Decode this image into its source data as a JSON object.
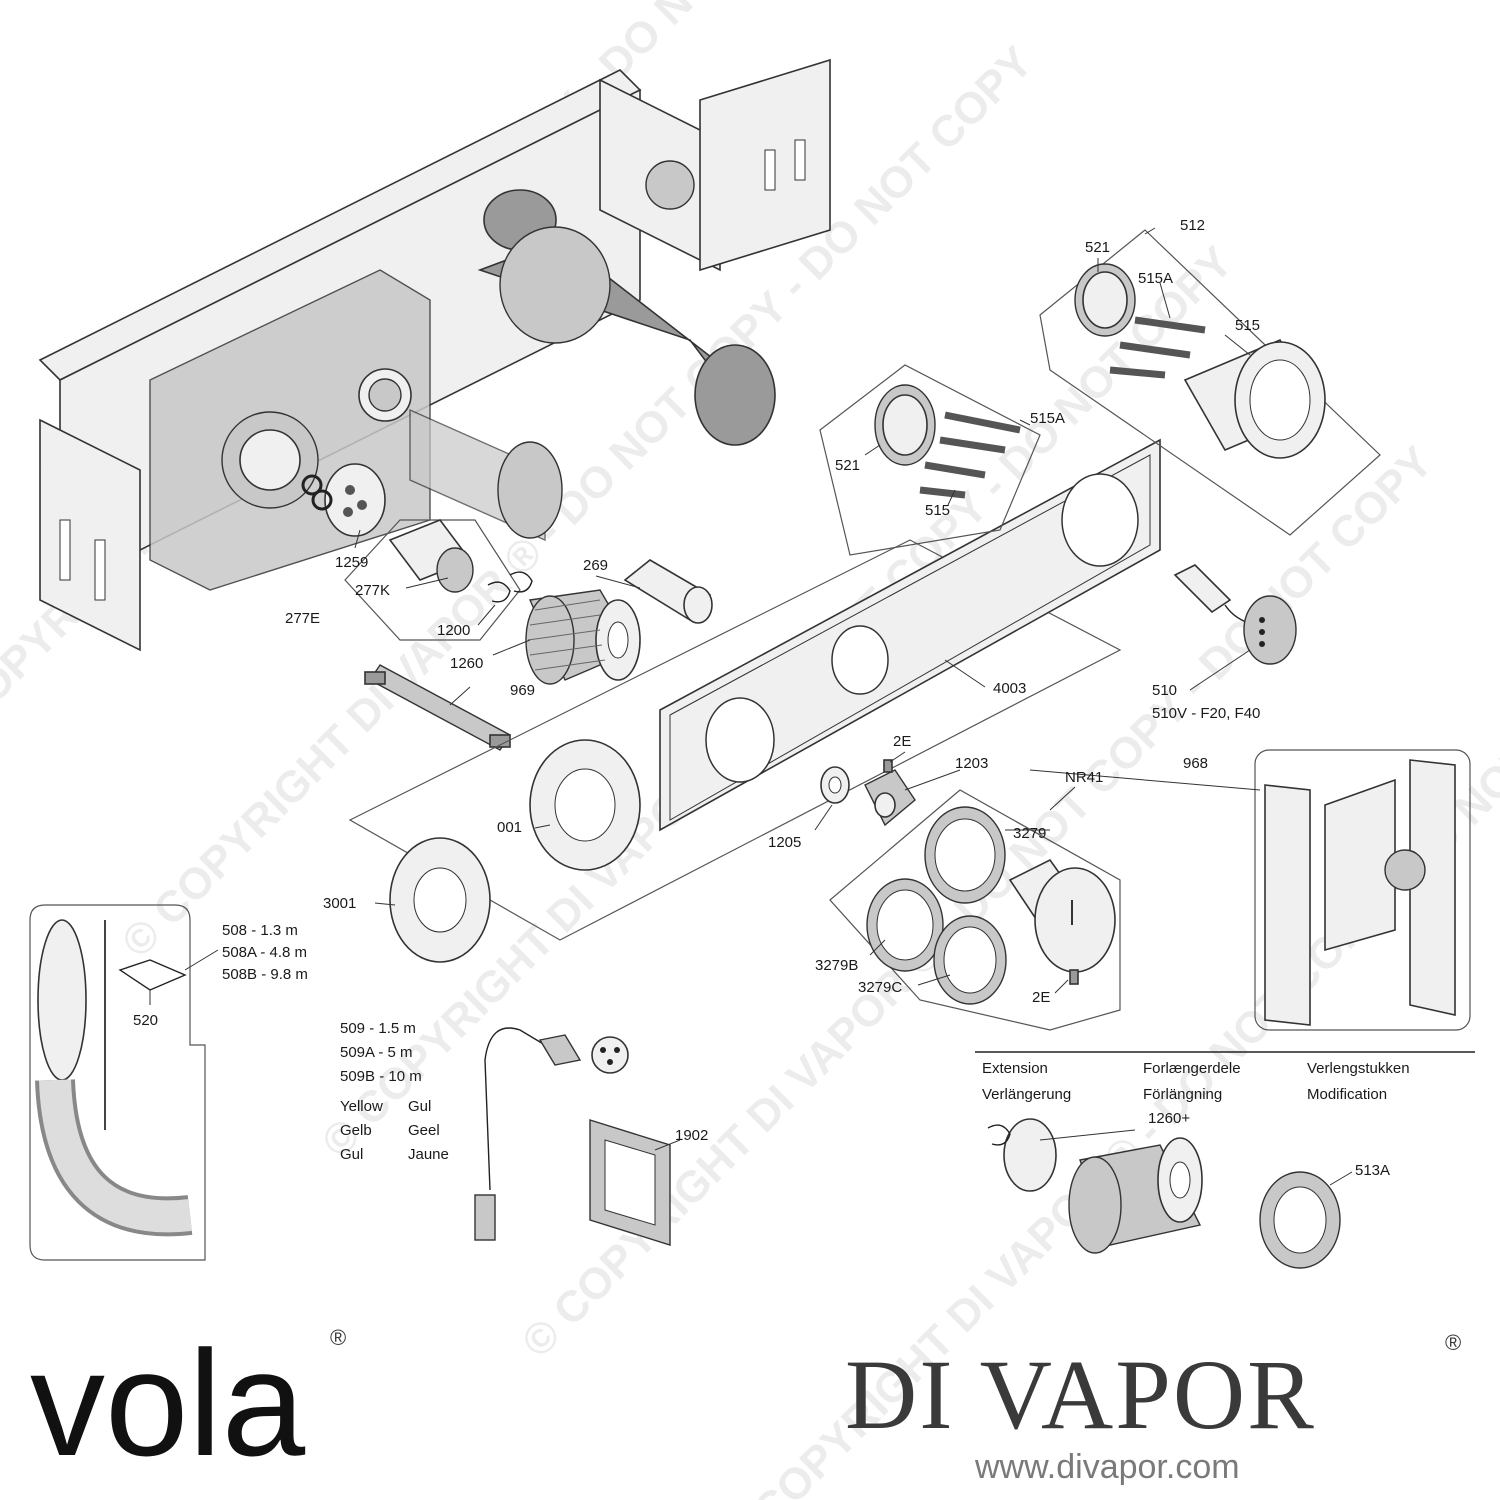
{
  "diagram": {
    "part_labels": {
      "p512": "512",
      "p521a": "521",
      "p515Aa": "515A",
      "p515a": "515",
      "p515Ab": "515A",
      "p521b": "521",
      "p515b": "515",
      "p1259": "1259",
      "p277K": "277K",
      "p277E": "277E",
      "p269": "269",
      "p1200": "1200",
      "p1260": "1260",
      "p969": "969",
      "p4003": "4003",
      "p510": "510",
      "p510V": "510V - F20, F40",
      "p2Ea": "2E",
      "p1203": "1203",
      "pNR41": "NR41",
      "p968": "968",
      "p3279": "3279",
      "p001": "001",
      "p1205": "1205",
      "p3001": "3001",
      "p3279B": "3279B",
      "p3279C": "3279C",
      "p2Eb": "2E",
      "p508": "508   - 1.3 m",
      "p508A": "508A - 4.8 m",
      "p508B": "508B - 9.8 m",
      "p520": "520",
      "p509": "509   - 1.5 m",
      "p509A": "509A - 5 m",
      "p509B": "509B - 10 m",
      "p1902": "1902",
      "p1260plus": "1260+",
      "p513A": "513A"
    },
    "wire_colors": {
      "c1a": "Yellow",
      "c1b": "Gul",
      "c2a": "Gelb",
      "c2b": "Geel",
      "c3a": "Gul",
      "c3b": "Jaune"
    },
    "extension_legend": {
      "extension": "Extension",
      "verlangerung": "Verlängerung",
      "forlaengerdele": "Forlængerdele",
      "forlangning": "Förlängning",
      "verlengstukken": "Verlengstukken",
      "modification": "Modification"
    }
  },
  "watermark": {
    "text": "© COPYRIGHT DI VAPOR ® - DO NOT COPY - DO NOT COPY"
  },
  "branding": {
    "vola_logo": "vola",
    "vola_reg": "®",
    "di_vapor": "DI VAPOR",
    "di_vapor_reg": "®",
    "url": "www.divapor.com"
  },
  "colors": {
    "line": "#222222",
    "part_light": "#f0f0f0",
    "part_mid": "#c8c8c8",
    "part_dark": "#9a9a9a",
    "brand_text": "#3a3a3a",
    "url_text": "#7a7a7a"
  }
}
